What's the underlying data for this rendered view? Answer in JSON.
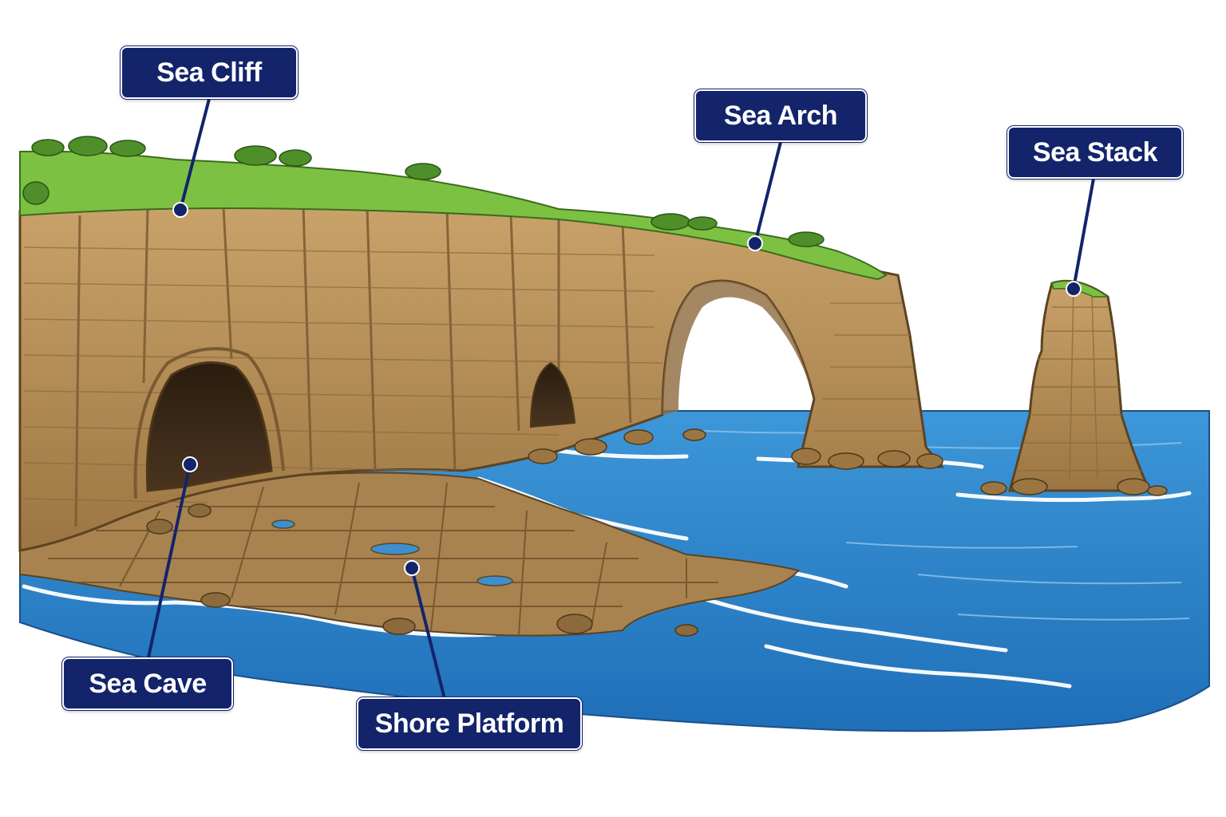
{
  "labels": {
    "sea_cliff": "Sea Cliff",
    "sea_arch": "Sea Arch",
    "sea_stack": "Sea Stack",
    "sea_cave": "Sea Cave",
    "shore_platform": "Shore Platform"
  },
  "colors": {
    "label_fill": "#13246b",
    "label_text": "#ffffff",
    "rock": "#b8955f",
    "rock_dark": "#7a5a32",
    "grass": "#7cc142",
    "sea": "#2a7fc9",
    "foam": "#ffffff"
  }
}
